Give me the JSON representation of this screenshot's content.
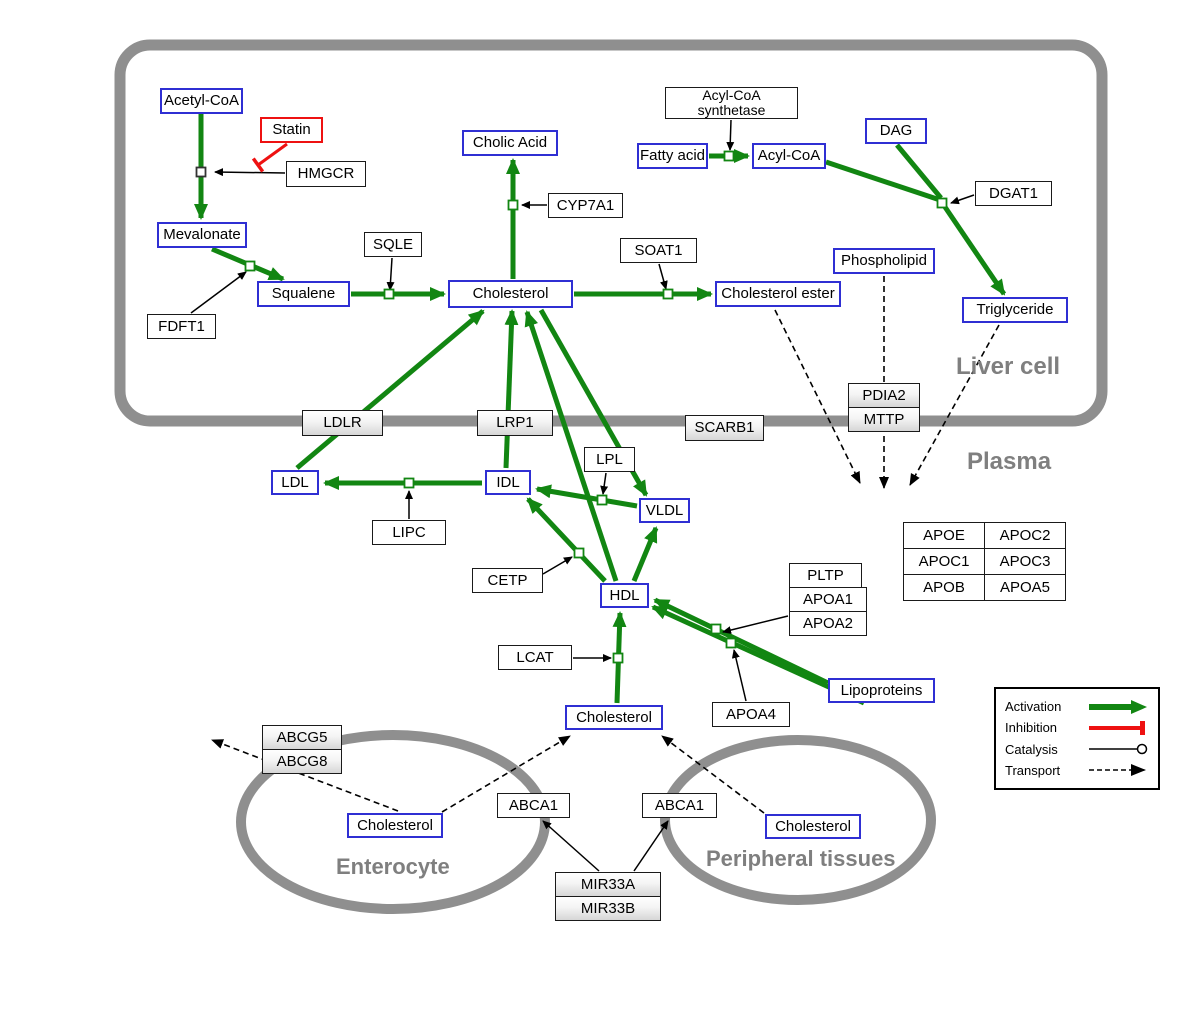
{
  "compartments": {
    "liver": "Liver cell",
    "plasma": "Plasma",
    "enterocyte": "Enterocyte",
    "peripheral": "Peripheral tissues"
  },
  "metabolites": {
    "acetyl_coa": "Acetyl-CoA",
    "mevalonate": "Mevalonate",
    "squalene": "Squalene",
    "cholic_acid": "Cholic Acid",
    "cholesterol_liver": "Cholesterol",
    "cholesterol_ester": "Cholesterol ester",
    "fatty_acid": "Fatty acid",
    "acyl_coa": "Acyl-CoA",
    "dag": "DAG",
    "phospholipid": "Phospholipid",
    "triglyceride": "Triglyceride",
    "ldl": "LDL",
    "idl": "IDL",
    "vldl": "VLDL",
    "hdl": "HDL",
    "lipoproteins": "Lipoproteins",
    "cholesterol_plasma": "Cholesterol",
    "cholesterol_enterocyte": "Cholesterol",
    "cholesterol_peripheral": "Cholesterol"
  },
  "drugs": {
    "statin": "Statin"
  },
  "proteins": {
    "hmgcr": "HMGCR",
    "fdft1": "FDFT1",
    "sqle": "SQLE",
    "cyp7a1": "CYP7A1",
    "soat1": "SOAT1",
    "acyl_coa_synthetase_line1": "Acyl-CoA",
    "acyl_coa_synthetase_line2": "synthetase",
    "dgat1": "DGAT1",
    "ldlr": "LDLR",
    "lrp1": "LRP1",
    "scarb1": "SCARB1",
    "pdia2": "PDIA2",
    "mttp": "MTTP",
    "lipc": "LIPC",
    "lpl": "LPL",
    "cetp": "CETP",
    "pltp": "PLTP",
    "apoa1": "APOA1",
    "apoa2": "APOA2",
    "lcat": "LCAT",
    "apoa4": "APOA4",
    "abcg5": "ABCG5",
    "abcg8": "ABCG8",
    "abca1_enterocyte": "ABCA1",
    "abca1_peripheral": "ABCA1",
    "mir33a": "MIR33A",
    "mir33b": "MIR33B"
  },
  "apo_table": {
    "rows": [
      [
        "APOE",
        "APOC2"
      ],
      [
        "APOC1",
        "APOC3"
      ],
      [
        "APOB",
        "APOA5"
      ]
    ]
  },
  "legend": {
    "activation": "Activation",
    "inhibition": "Inhibition",
    "catalysis": "Catalysis",
    "transport": "Transport"
  },
  "colors": {
    "activation_green": "#128612",
    "inhibition_red": "#ee1111",
    "metabolite_border_blue": "#2f2fd3",
    "membrane_gray": "#8f8f8f"
  }
}
